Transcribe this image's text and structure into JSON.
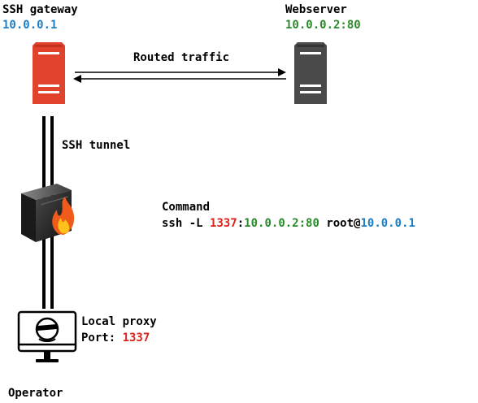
{
  "gateway": {
    "label": "SSH gateway",
    "ip": "10.0.0.1"
  },
  "webserver": {
    "label": "Webserver",
    "address": "10.0.0.2:80"
  },
  "routed_label": "Routed traffic",
  "tunnel_label": "SSH tunnel",
  "command": {
    "heading": "Command",
    "prefix": "ssh -L ",
    "port": "1337",
    "sep": ":",
    "target": "10.0.0.2:80",
    "user": " root@",
    "host": "10.0.0.1"
  },
  "proxy": {
    "title": "Local proxy",
    "port_label": "Port: ",
    "port": "1337"
  },
  "operator_label": "Operator",
  "icons": {
    "gateway": "server-icon",
    "webserver": "server-icon",
    "firewall": "firewall-icon",
    "operator": "hacker-monitor-icon"
  },
  "colors": {
    "ip_blue": "#1c7fc4",
    "ip_green": "#2a8a2a",
    "port_red": "#d9241c",
    "gateway_red": "#e0422c",
    "webserver_gray": "#4a4a4a"
  }
}
